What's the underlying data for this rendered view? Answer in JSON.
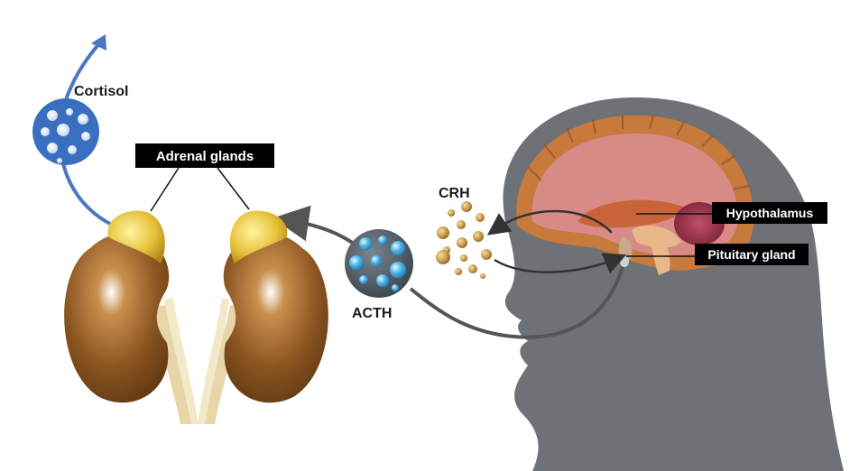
{
  "labels": {
    "cortisol": "Cortisol",
    "adrenal_glands": "Adrenal glands",
    "crh": "CRH",
    "acth": "ACTH",
    "hypothalamus": "Hypothalamus",
    "pituitary_gland": "Pituitary gland"
  },
  "colors": {
    "cortisol_arrow": "#4a78c0",
    "cortisol_molecule": "#3a6fbf",
    "hormone_arrow": "#555555",
    "acth_molecule": "#4a5560",
    "acth_bubble": "#4fb6e8",
    "crh_particle": "#c99a4a",
    "head_silhouette": "#6e7175",
    "kidney": "#8a5420",
    "adrenal": "#e6c23a",
    "ureter": "#e8d6a8",
    "brain_outer": "#c77a3c",
    "brain_inner": "#d88a86",
    "label_bg": "#000000"
  }
}
